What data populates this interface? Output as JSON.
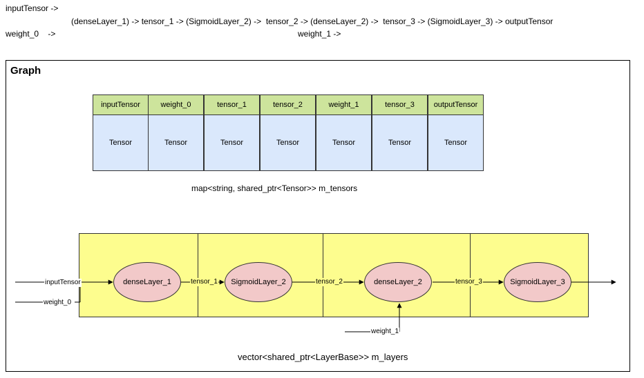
{
  "flow": {
    "line1_left": "inputTensor ->",
    "line2_left": "weight_0    ->",
    "chain": "(denseLayer_1) -> tensor_1 -> (SigmoidLayer_2) ->  tensor_2 -> (denseLayer_2) ->  tensor_3 -> (SigmoidLayer_3) -> outputTensor",
    "weight_line": "weight_1 ->"
  },
  "graph": {
    "title": "Graph",
    "tensors": [
      {
        "name": "inputTensor",
        "type": "Tensor"
      },
      {
        "name": "weight_0",
        "type": "Tensor"
      },
      {
        "name": "tensor_1",
        "type": "Tensor"
      },
      {
        "name": "tensor_2",
        "type": "Tensor"
      },
      {
        "name": "weight_1",
        "type": "Tensor"
      },
      {
        "name": "tensor_3",
        "type": "Tensor"
      },
      {
        "name": "outputTensor",
        "type": "Tensor"
      }
    ],
    "tensors_caption": "map<string, shared_ptr<Tensor>> m_tensors",
    "layers": [
      "denseLayer_1",
      "SigmoidLayer_2",
      "denseLayer_2",
      "SigmoidLayer_3"
    ],
    "edges": {
      "input_tensor": "inputTensor",
      "weight_0": "weight_0",
      "tensor_1": "tensor_1",
      "tensor_2": "tensor_2",
      "tensor_3": "tensor_3",
      "weight_1": "weight_1"
    },
    "layers_caption": "vector<shared_ptr<LayerBase>> m_layers"
  },
  "colors": {
    "tensor_header": "#cde49c",
    "tensor_body": "#dae8fc",
    "layer_strip": "#fdfd8e",
    "layer_node": "#f2c9c9"
  }
}
